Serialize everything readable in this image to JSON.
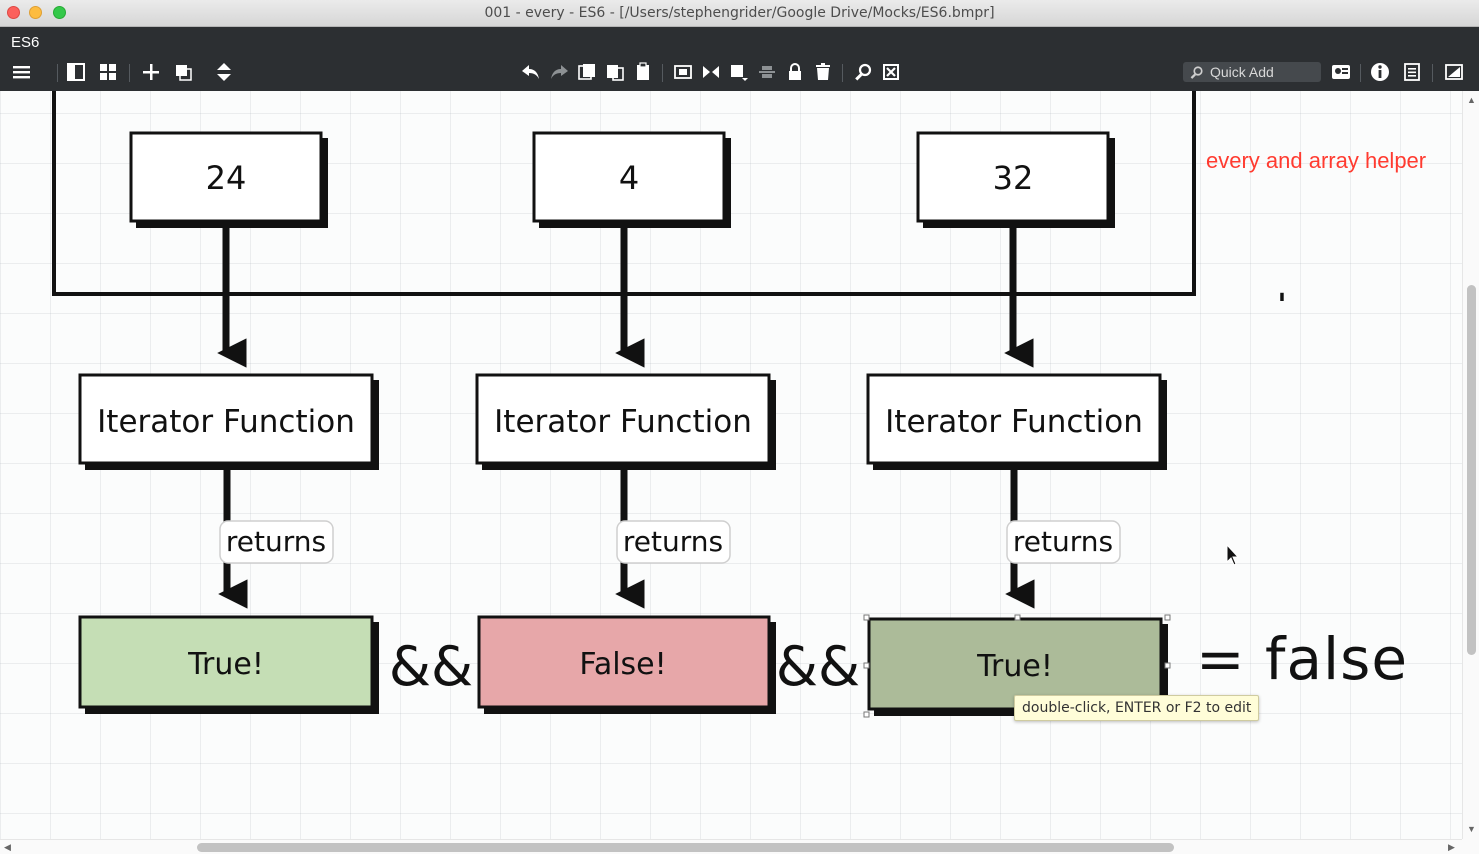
{
  "window": {
    "title": "001 - every - ES6 - [/Users/stephengrider/Google Drive/Mocks/ES6.bmpr]"
  },
  "app": {
    "document_name": "ES6",
    "quick_add_label": "Quick Add"
  },
  "toolbar": {
    "left_icons": [
      "menu-icon",
      "single-panel-icon",
      "grid-icon",
      "add-icon",
      "group-icon",
      "sort-icon"
    ],
    "center_icons": [
      "undo-icon",
      "redo-icon",
      "copy-icon",
      "cut-icon",
      "paste-icon",
      "clone-icon",
      "transform-icon",
      "arrange-icon",
      "align-icon",
      "lock-icon",
      "trash-icon",
      "find-icon",
      "clear-icon"
    ],
    "right_icons": [
      "quick-add-icon",
      "view-icon",
      "info-icon",
      "notes-icon",
      "present-icon"
    ]
  },
  "diagram": {
    "values": [
      "24",
      "4",
      "32"
    ],
    "iterator_label": "Iterator Function",
    "returns_label": "returns",
    "results": [
      {
        "label": "True!",
        "color": "#c5deb5"
      },
      {
        "label": "False!",
        "color": "#e7a7a9"
      },
      {
        "label": "True!",
        "color": "#acbb99"
      }
    ],
    "operator": "&&",
    "outcome": "= false",
    "note": "every and array helper",
    "tick_mark": "'",
    "tooltip": "double-click, ENTER or F2 to edit"
  },
  "colors": {
    "appbar": "#2c2f32",
    "note_text": "#ff3b30",
    "tooltip_bg": "#fffdd8"
  }
}
